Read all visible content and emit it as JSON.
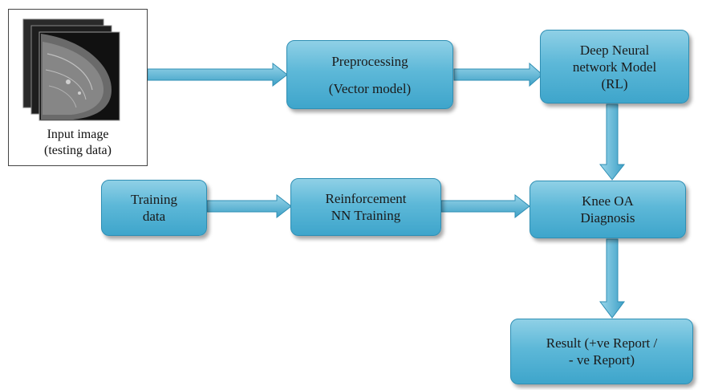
{
  "diagram": {
    "input": {
      "line1": "Input image",
      "line2": "(testing data)"
    },
    "preprocessing": {
      "line1": "Preprocessing",
      "line2": "(Vector model)"
    },
    "dnn": {
      "line1": "Deep Neural",
      "line2": "network Model",
      "line3": "(RL)"
    },
    "training_data": {
      "line1": "Training",
      "line2": "data"
    },
    "reinforcement": {
      "line1": "Reinforcement",
      "line2": "NN Training"
    },
    "diagnosis": {
      "line1": "Knee OA",
      "line2": "Diagnosis"
    },
    "result": {
      "line1": "Result (+ve Report /",
      "line2": "- ve Report)"
    }
  },
  "colors": {
    "box_top": "#8fd0e6",
    "box_bottom": "#3ea5cb",
    "arrow": "#5bb6d6"
  },
  "icons": {
    "input_image": "mammogram-stack-icon"
  }
}
